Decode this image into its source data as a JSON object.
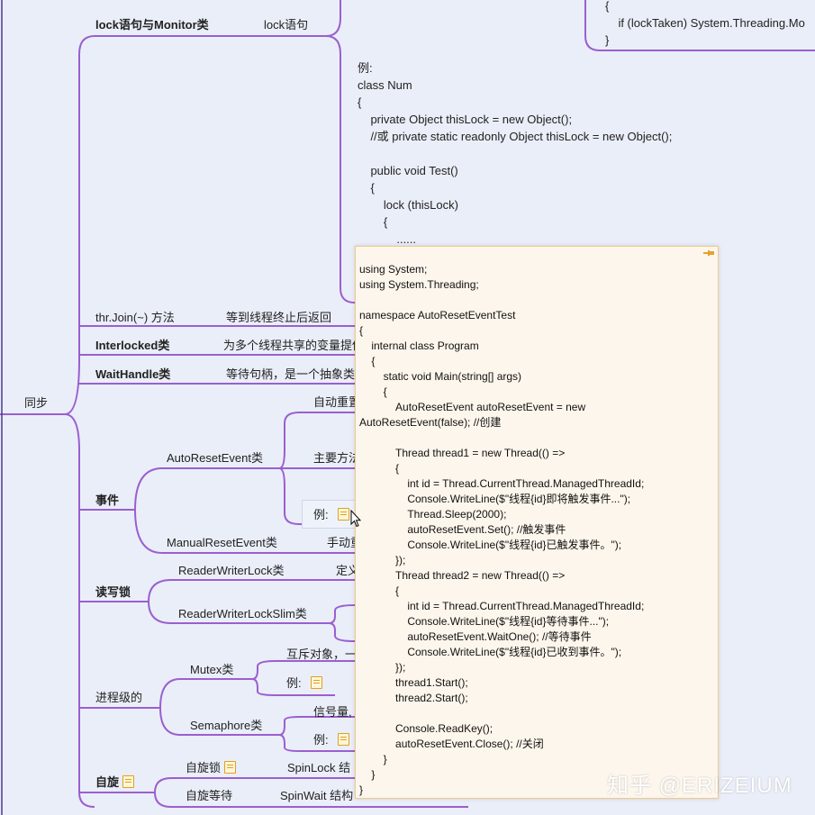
{
  "mindmap": {
    "root": "同步",
    "branches": {
      "lock": {
        "label": "lock语句与Monitor类",
        "child": "lock语句"
      },
      "join": {
        "label": "thr.Join(~) 方法",
        "desc": "等到线程终止后返回"
      },
      "interlocked": {
        "label": "Interlocked类",
        "desc": "为多个线程共享的变量提供"
      },
      "waithandle": {
        "label": "WaitHandle类",
        "desc": "等待句柄，是一个抽象类"
      },
      "event": {
        "label": "事件",
        "auto": {
          "label": "AutoResetEvent类",
          "c1": "自动重置",
          "c2": "主要方法",
          "example": "例:"
        },
        "manual": {
          "label": "ManualResetEvent类",
          "desc": "手动重"
        }
      },
      "rwlock": {
        "label": "读写锁",
        "rwl": {
          "label": "ReaderWriterLock类",
          "desc": "定义"
        },
        "rwls": {
          "label": "ReaderWriterLockSlim类"
        }
      },
      "process": {
        "label": "进程级的",
        "mutex": {
          "label": "Mutex类",
          "desc": "互斥对象，一",
          "example": "例:"
        },
        "semaphore": {
          "label": "Semaphore类",
          "desc": "信号量,",
          "example": "例:"
        }
      },
      "spin": {
        "label": "自旋",
        "spinlock": {
          "label": "自旋锁",
          "desc": "SpinLock 结"
        },
        "spinwait": {
          "label": "自旋等待",
          "desc": "SpinWait 结构"
        }
      }
    }
  },
  "code_top": {
    "lines": [
      "{",
      "    if (lockTaken) System.Threading.Mo",
      "}"
    ]
  },
  "code_lock": {
    "text": "例:\nclass Num\n{\n    private Object thisLock = new Object();\n    //或 private static readonly Object thisLock = new Object();\n\n    public void Test()\n    {\n        lock (thisLock)\n        {\n            ......"
  },
  "tooltip": {
    "code": "using System;\nusing System.Threading;\n\nnamespace AutoResetEventTest\n{\n    internal class Program\n    {\n        static void Main(string[] args)\n        {\n            AutoResetEvent autoResetEvent = new\nAutoResetEvent(false); //创建\n\n            Thread thread1 = new Thread(() =>\n            {\n                int id = Thread.CurrentThread.ManagedThreadId;\n                Console.WriteLine($\"线程{id}即将触发事件...\");\n                Thread.Sleep(2000);\n                autoResetEvent.Set(); //触发事件\n                Console.WriteLine($\"线程{id}已触发事件。\");\n            });\n            Thread thread2 = new Thread(() =>\n            {\n                int id = Thread.CurrentThread.ManagedThreadId;\n                Console.WriteLine($\"线程{id}等待事件...\");\n                autoResetEvent.WaitOne(); //等待事件\n                Console.WriteLine($\"线程{id}已收到事件。\");\n            });\n            thread1.Start();\n            thread2.Start();\n\n            Console.ReadKey();\n            autoResetEvent.Close(); //关闭\n        }\n    }\n}"
  },
  "watermark": "知乎 @ERIZEIUM",
  "colors": {
    "line": "#9a5fd0",
    "background": "#eaeef8",
    "tooltip_bg": "#fdf6ec",
    "tooltip_border": "#f1c98e",
    "note_icon": "#e0a020"
  }
}
